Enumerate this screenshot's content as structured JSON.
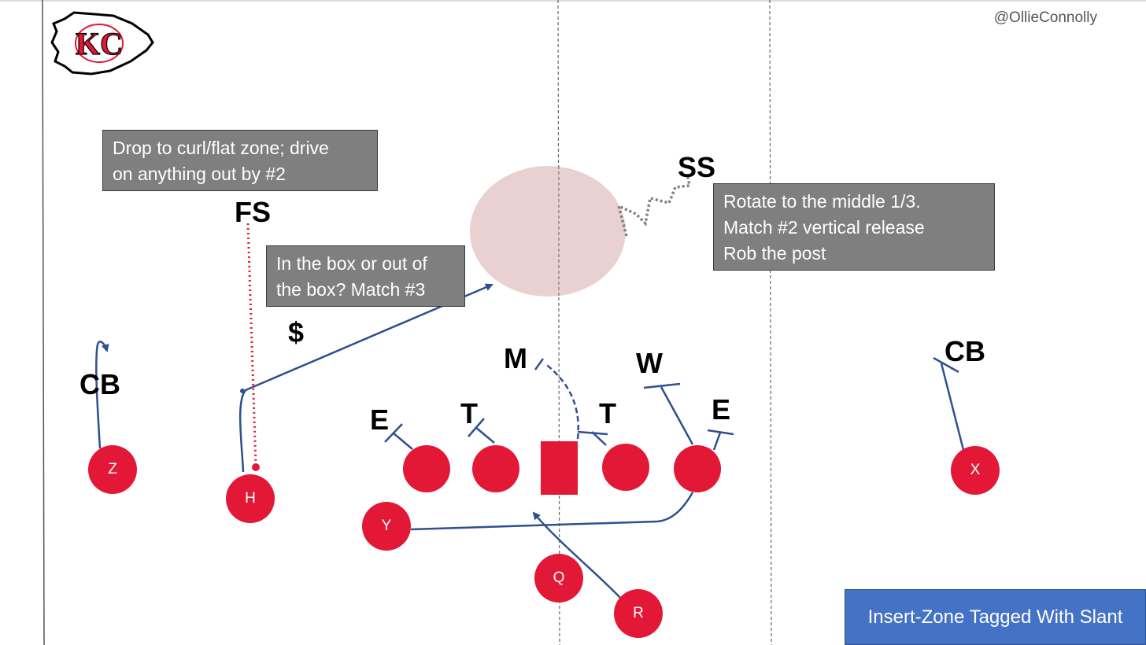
{
  "credit": "@OllieConnolly",
  "title": "Insert-Zone Tagged With Slant",
  "logo": {
    "icon": "chiefs-arrowhead-logo",
    "letters": "KC"
  },
  "notes": {
    "overhang": [
      "Drop to curl/flat zone; drive",
      "on anything out by #2"
    ],
    "safety": [
      "Rotate to the middle 1/3.",
      "Match #2 vertical release",
      "Rob the post"
    ],
    "box": [
      "In the box or out of",
      "the box? Match #3"
    ]
  },
  "defense": {
    "fs": "FS",
    "ss": "SS",
    "dollar": "$",
    "mike": "M",
    "will": "W",
    "end_left": "E",
    "tackle_left": "T",
    "tackle_right": "T",
    "end_right": "E",
    "cb_left": "CB",
    "cb_right": "CB"
  },
  "offense": {
    "z": "Z",
    "h": "H",
    "y": "Y",
    "q": "Q",
    "r": "R",
    "x": "X"
  },
  "colors": {
    "offense": "#e21836",
    "route": "#2f4f8f",
    "note": "#7f7f7f",
    "title_box": "#4472c4",
    "zone": "#e8cfcf"
  }
}
